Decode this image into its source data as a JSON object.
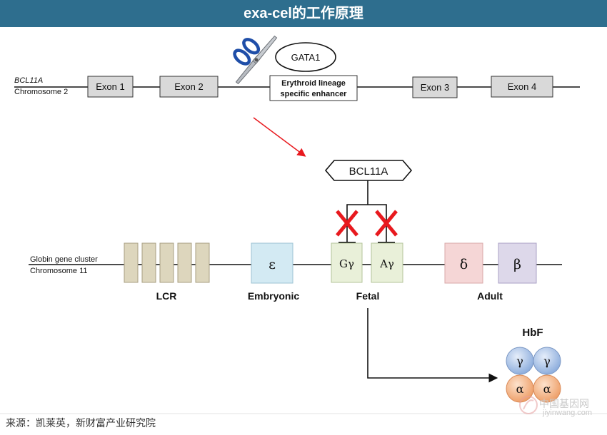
{
  "title": "exa-cel的工作原理",
  "gene_top": {
    "name": "BCL11A",
    "chromosome": "Chromosome 2",
    "exons": [
      "Exon 1",
      "Exon 2",
      "Exon 3",
      "Exon 4"
    ],
    "enhancer_line1": "Erythroid lineage",
    "enhancer_line2": "specific enhancer",
    "gata1": "GATA1"
  },
  "repressor": "BCL11A",
  "globin": {
    "label_line1": "Globin gene cluster",
    "label_line2": "Chromosome 11",
    "genes": {
      "epsilon": "ε",
      "g_gamma": "Gγ",
      "a_gamma": "Aγ",
      "delta": "δ",
      "beta": "β"
    },
    "groups": {
      "lcr": "LCR",
      "embryonic": "Embryonic",
      "fetal": "Fetal",
      "adult": "Adult"
    }
  },
  "hbf": {
    "label": "HbF",
    "subunits": [
      "γ",
      "γ",
      "α",
      "α"
    ]
  },
  "colors": {
    "title_bar": "#2e6e8e",
    "exon_fill": "#d9d9d9",
    "lcr_fill": "#ddd6bd",
    "epsilon_fill": "#d3eaf3",
    "gamma_fill": "#e9f0d9",
    "delta_fill": "#f5d6d6",
    "beta_fill": "#ddd8ea",
    "red_x": "#e8191e",
    "gamma_subunit": "#a3bde3",
    "alpha_subunit": "#f0b07f"
  },
  "source": "来源：凯莱英，新财富产业研究院",
  "watermark": {
    "site_cn": "中国基因网",
    "site_url": "jiyinwang.com"
  }
}
